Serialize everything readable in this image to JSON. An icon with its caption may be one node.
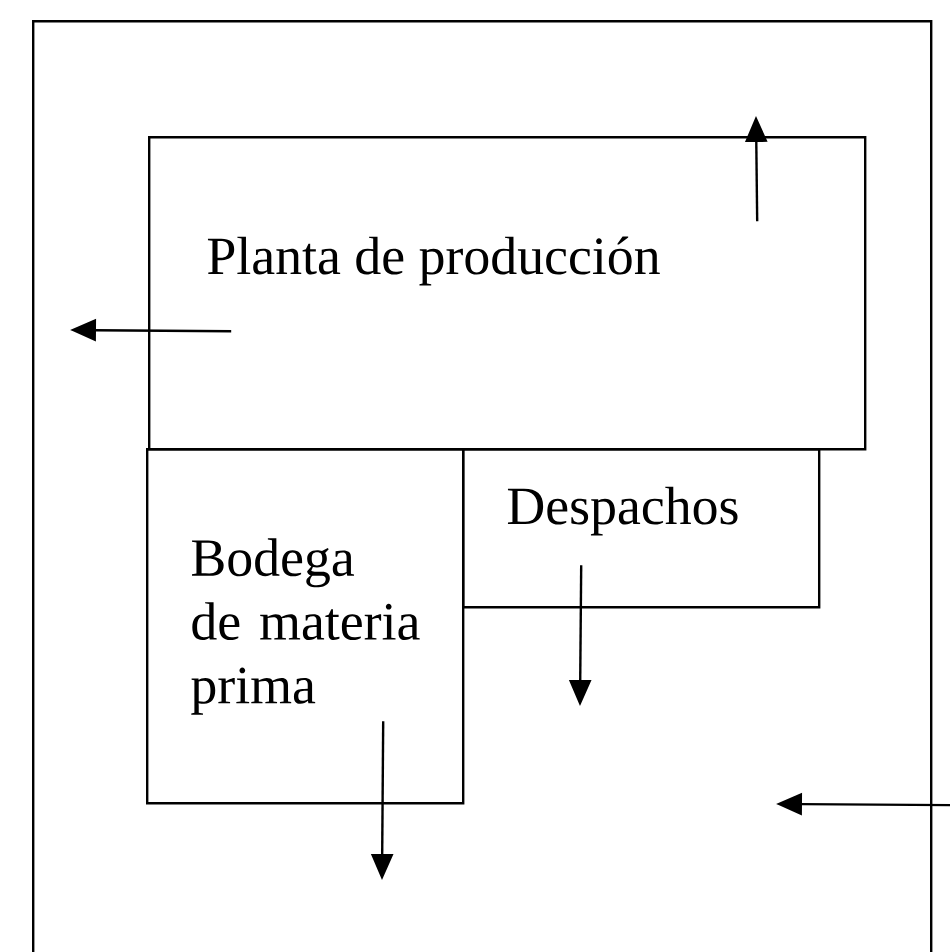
{
  "diagram": {
    "nodes": [
      {
        "text": [],
        "shape": "box"
      },
      {
        "text": [
          "Planta de producción"
        ],
        "in": 0
      },
      {
        "text": [
          "Bodega de materia prima"
        ],
        "in": 0
      },
      {
        "text": [
          "Despachos"
        ],
        "in": 0
      }
    ],
    "edges": [
      {
        "from": 1,
        "to": null,
        "arrow": "to"
      },
      {
        "from": 1,
        "to": null,
        "arrow": "to"
      },
      {
        "from": 3,
        "to": null,
        "arrow": "to"
      },
      {
        "from": 2,
        "to": null,
        "arrow": "to"
      },
      {
        "from": 0,
        "to": null,
        "arrow": "to"
      }
    ]
  }
}
